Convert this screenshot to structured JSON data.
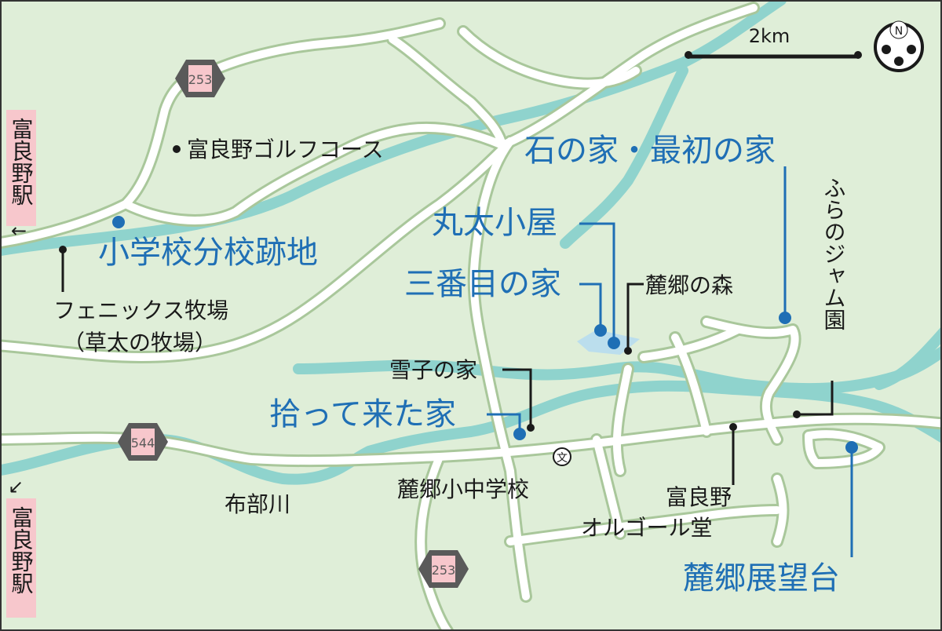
{
  "map": {
    "colors": {
      "land": "#dfeed8",
      "road": "#ffffff",
      "road_outline": "#a9c79b",
      "river": "#8fd3cd",
      "blue_label": "#1f6fb5",
      "black_label": "#1a1a1a",
      "route_shield": "#5a5a5a",
      "route_plate": "#f7c7cc",
      "station_box": "#f7c7cc"
    },
    "scale": {
      "label": "2km"
    },
    "compass": {
      "label": "N"
    },
    "routes": [
      {
        "number": "253"
      },
      {
        "number": "544"
      },
      {
        "number": "253"
      }
    ],
    "stations": {
      "top": {
        "name": "富良野駅"
      },
      "bottom": {
        "name": "富良野駅"
      }
    },
    "rivers": {
      "nunobe": "布部川"
    },
    "labels_blue": {
      "ishi_no_ie": "石の家・最初の家",
      "maruta_koya": "丸太小屋",
      "sanbanme": "三番目の家",
      "shogakko_bunko": "小学校分校跡地",
      "hirotte_kita": "拾って来た家",
      "tenbodai": "麓郷展望台"
    },
    "labels_black": {
      "golf": "富良野ゴルフコース",
      "phoenix_1": "フェニックス牧場",
      "phoenix_2": "（草太の牧場）",
      "forest": "麓郷の森",
      "yukiko": "雪子の家",
      "school": "麓郷小中学校",
      "orgel_1": "富良野",
      "orgel_2": "オルゴール堂",
      "jam": "ふらのジャム園"
    },
    "icons": {
      "school": "school-icon",
      "compass": "compass-icon",
      "arrow": "arrow-icon"
    }
  }
}
